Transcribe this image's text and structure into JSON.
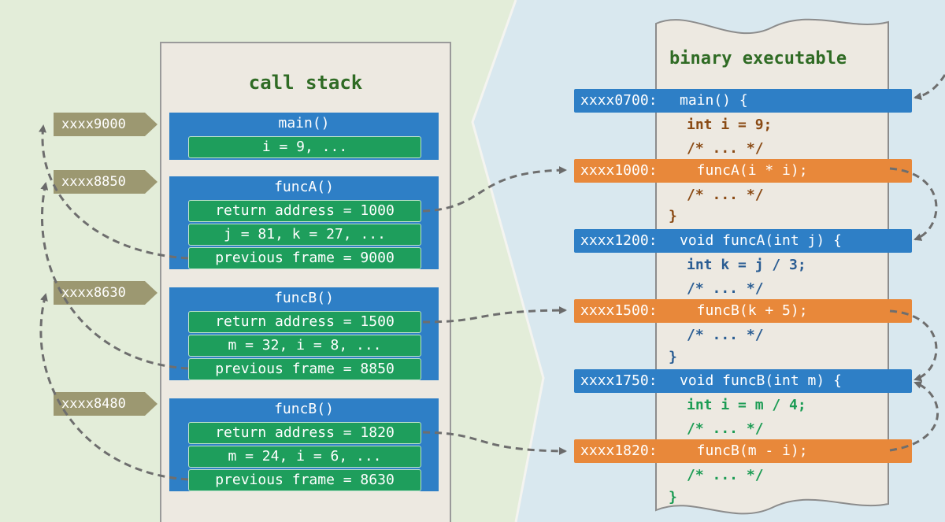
{
  "stack": {
    "title": "call stack",
    "addresses": [
      "xxxx9000",
      "xxxx8850",
      "xxxx8630",
      "xxxx8480"
    ],
    "frames": [
      {
        "name": "main()",
        "cells": [
          "i = 9, ..."
        ]
      },
      {
        "name": "funcA()",
        "cells": [
          "return address = 1000",
          "j = 81, k = 27, ...",
          "previous frame = 9000"
        ]
      },
      {
        "name": "funcB()",
        "cells": [
          "return address = 1500",
          "m = 32, i = 8, ...",
          "previous frame = 8850"
        ]
      },
      {
        "name": "funcB()",
        "cells": [
          "return address = 1820",
          "m = 24, i = 6, ...",
          "previous frame = 8630"
        ]
      }
    ]
  },
  "binary": {
    "title": "binary executable",
    "rows": [
      {
        "addr": "xxxx0700:",
        "code": "main() {",
        "kind": "blue"
      },
      {
        "addr": "xxxx1000:",
        "code": "  funcA(i * i);",
        "kind": "orange"
      },
      {
        "addr": "xxxx1200:",
        "code": "void funcA(int j) {",
        "kind": "blue"
      },
      {
        "addr": "xxxx1500:",
        "code": "  funcB(k + 5);",
        "kind": "orange"
      },
      {
        "addr": "xxxx1750:",
        "code": "void funcB(int m) {",
        "kind": "blue"
      },
      {
        "addr": "xxxx1820:",
        "code": "  funcB(m - i);",
        "kind": "orange"
      }
    ],
    "lines": [
      {
        "text": "int i = 9;",
        "color": "brown"
      },
      {
        "text": "/* ... */",
        "color": "brown"
      },
      {
        "text": "/* ... */",
        "color": "brown"
      },
      {
        "text": "}",
        "color": "brown"
      },
      {
        "text": "int k = j / 3;",
        "color": "blue"
      },
      {
        "text": "/* ... */",
        "color": "blue"
      },
      {
        "text": "/* ... */",
        "color": "blue"
      },
      {
        "text": "}",
        "color": "blue"
      },
      {
        "text": "int i = m / 4;",
        "color": "green"
      },
      {
        "text": "/* ... */",
        "color": "green"
      },
      {
        "text": "/* ... */",
        "color": "green"
      },
      {
        "text": "}",
        "color": "green"
      }
    ]
  },
  "colors": {
    "frame_blue": "#2e7fc6",
    "cell_green": "#1e9e5c",
    "call_orange": "#e8883a",
    "address_tag": "#9c9871",
    "title_green": "#2f6b24"
  }
}
